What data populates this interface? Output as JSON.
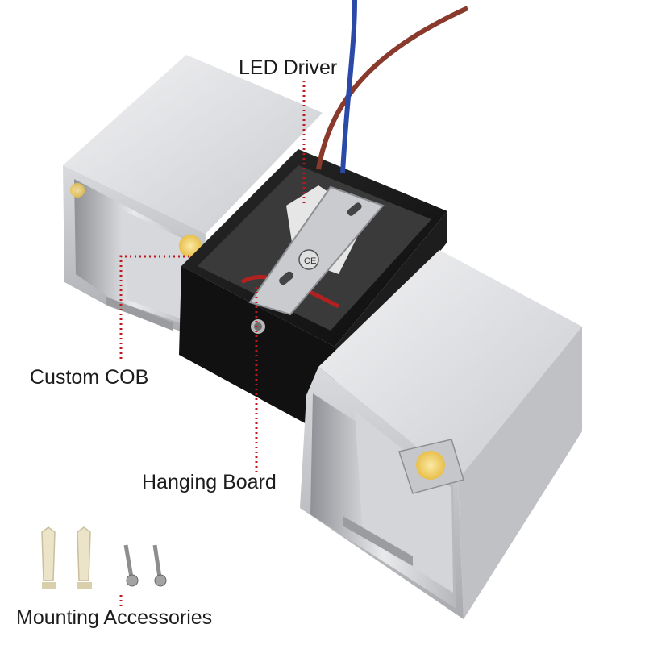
{
  "labels": {
    "led_driver": "LED Driver",
    "custom_cob": "Custom COB",
    "hanging_board": "Hanging Board",
    "mounting_accessories": "Mounting Accessories"
  },
  "colors": {
    "leader_line": "#c0181c",
    "aluminum_light": "#e8e8ea",
    "aluminum_dark": "#b9bbbf",
    "housing_black": "#141414",
    "wire_brown": "#8a3a2c",
    "wire_blue": "#2b4aa8",
    "cob_yellow": "#f3d36e"
  }
}
